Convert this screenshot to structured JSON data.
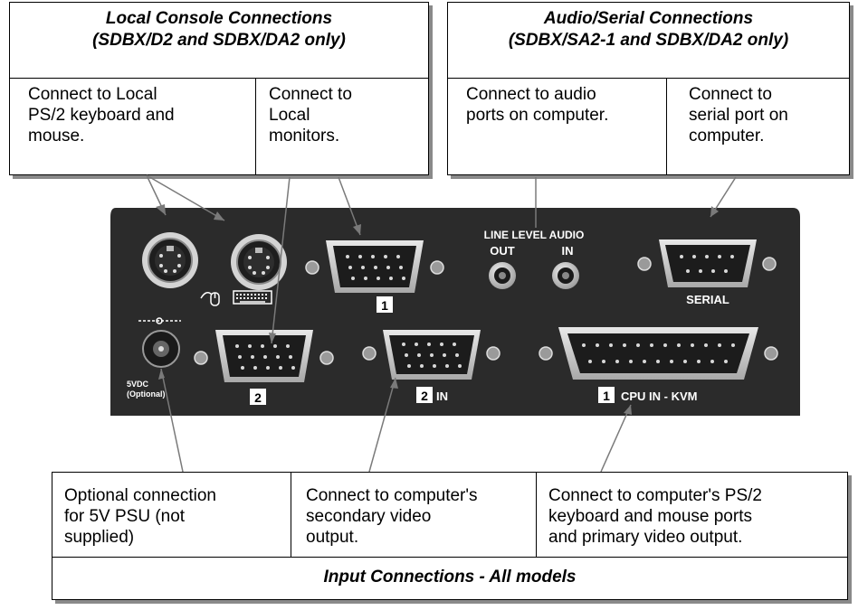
{
  "local_console": {
    "title_line1": "Local Console Connections",
    "title_line2": "(SDBX/D2 and SDBX/DA2 only)",
    "keyboard_mouse_text": [
      "Connect to Local",
      "PS/2 keyboard and",
      "mouse."
    ],
    "monitors_text": [
      "Connect to",
      "Local",
      "monitors."
    ]
  },
  "audio_serial": {
    "title_line1": "Audio/Serial Connections",
    "title_line2": "(SDBX/SA2-1 and SDBX/DA2 only)",
    "audio_text": [
      "Connect to audio",
      "ports on computer."
    ],
    "serial_text": [
      "Connect to",
      "serial port on",
      "computer."
    ]
  },
  "panel": {
    "line_level_audio": "LINE LEVEL AUDIO",
    "out_label": "OUT",
    "in_label": "IN",
    "serial_label": "SERIAL",
    "psu_label_line1": "5VDC",
    "psu_label_line2": "(Optional)",
    "local_video_number": "1",
    "secondary_local_number": "2",
    "secondary_in_number": "2",
    "secondary_in_label": "IN",
    "cpu_number": "1",
    "cpu_label": "CPU IN - KVM"
  },
  "input": {
    "psu_text": [
      "Optional connection",
      "for 5V PSU (not",
      "supplied)"
    ],
    "secondary_video_text": [
      "Connect to computer's",
      "secondary video",
      "output."
    ],
    "primary_text": [
      "Connect to computer's PS/2",
      "keyboard and mouse ports",
      "and primary video output."
    ],
    "footer": "Input Connections - All models"
  },
  "colors": {
    "panel": "#2b2b2b",
    "connector_metal": "#c9c9c9",
    "leader": "#7a7a7a"
  }
}
